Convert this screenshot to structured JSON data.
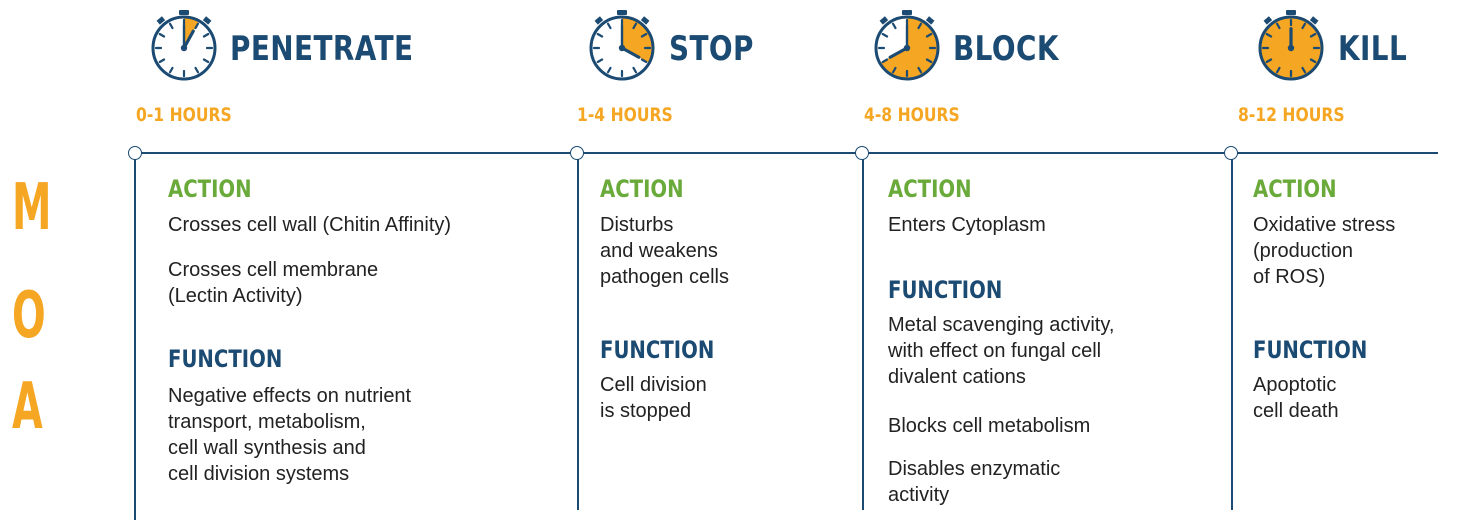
{
  "moa_letters": [
    "M",
    "O",
    "A"
  ],
  "colors": {
    "navy": "#1b4a72",
    "orange": "#f5a623",
    "green": "#6aaa3a"
  },
  "stages": [
    {
      "title": "PENETRATE",
      "hours": "0-1 HOURS",
      "clock_fill_fraction": 0.08,
      "clock_icon": "clock-icon",
      "action_heading": "ACTION",
      "action_lines": [
        "Crosses cell wall (Chitin Affinity)",
        "Crosses cell membrane\n(Lectin Activity)"
      ],
      "function_heading": "FUNCTION",
      "function_lines": [
        "Negative effects on nutrient\ntransport, metabolism,\ncell wall synthesis and\ncell division systems"
      ]
    },
    {
      "title": "STOP",
      "hours": "1-4 HOURS",
      "clock_fill_fraction": 0.33,
      "clock_icon": "clock-icon",
      "action_heading": "ACTION",
      "action_lines": [
        "Disturbs\nand weakens\npathogen cells"
      ],
      "function_heading": "FUNCTION",
      "function_lines": [
        "Cell division\nis stopped"
      ]
    },
    {
      "title": "BLOCK",
      "hours": "4-8 HOURS",
      "clock_fill_fraction": 0.67,
      "clock_icon": "clock-icon",
      "action_heading": "ACTION",
      "action_lines": [
        "Enters Cytoplasm"
      ],
      "function_heading": "FUNCTION",
      "function_lines": [
        "Metal scavenging activity,\nwith effect on fungal cell\ndivalent cations",
        "Blocks cell metabolism",
        "Disables enzymatic\nactivity"
      ]
    },
    {
      "title": "KILL",
      "hours": "8-12 HOURS",
      "clock_fill_fraction": 1.0,
      "clock_icon": "clock-icon",
      "action_heading": "ACTION",
      "action_lines": [
        "Oxidative stress\n(production\nof ROS)"
      ],
      "function_heading": "FUNCTION",
      "function_lines": [
        "Apoptotic\ncell death"
      ]
    }
  ]
}
